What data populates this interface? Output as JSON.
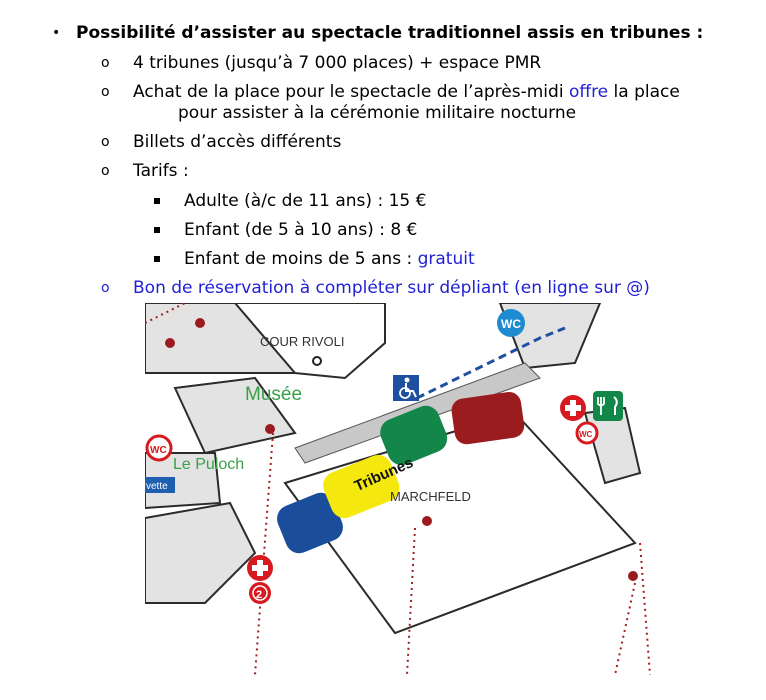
{
  "doc": {
    "heading": "Possibilité d’assister au spectacle traditionnel assis en tribunes :",
    "items": [
      {
        "text": "4 tribunes (jusqu’à 7 000 places) + espace PMR"
      },
      {
        "text_a": "Achat de la place pour le spectacle de l’après-midi ",
        "highlight": "offre",
        "text_b": " la place",
        "cont": "pour assister à la cérémonie militaire nocturne"
      },
      {
        "text": "Billets d’accès différents"
      },
      {
        "text": "Tarifs :"
      }
    ],
    "tarifs": [
      {
        "text": "Adulte (à/c de 11 ans) : 15 €"
      },
      {
        "text": "Enfant (de 5 à 10 ans) : 8 €"
      },
      {
        "text_a": "Enfant de moins de 5 ans : ",
        "highlight": "gratuit"
      }
    ],
    "reservation": "Bon de réservation à compléter sur dépliant (en ligne sur @)",
    "bullet": "•",
    "circle_marker": "o"
  },
  "map": {
    "labels": {
      "cour_rivoli": "COUR RIVOLI",
      "musee": "Musée",
      "le_puloch": "Le Puloch",
      "marchfeld": "MARCHFELD",
      "tribunes": "Tribunes",
      "wc": "WC",
      "badge_number": "2",
      "vette": "vette"
    },
    "colors": {
      "stand_blue": "#1b4e9a",
      "stand_yellow": "#f4e80f",
      "stand_green": "#13864a",
      "stand_red": "#9b1c1f",
      "green_text": "#3aa04a",
      "red_accent": "#d71920",
      "wc_blue": "#1e8bd1"
    }
  }
}
